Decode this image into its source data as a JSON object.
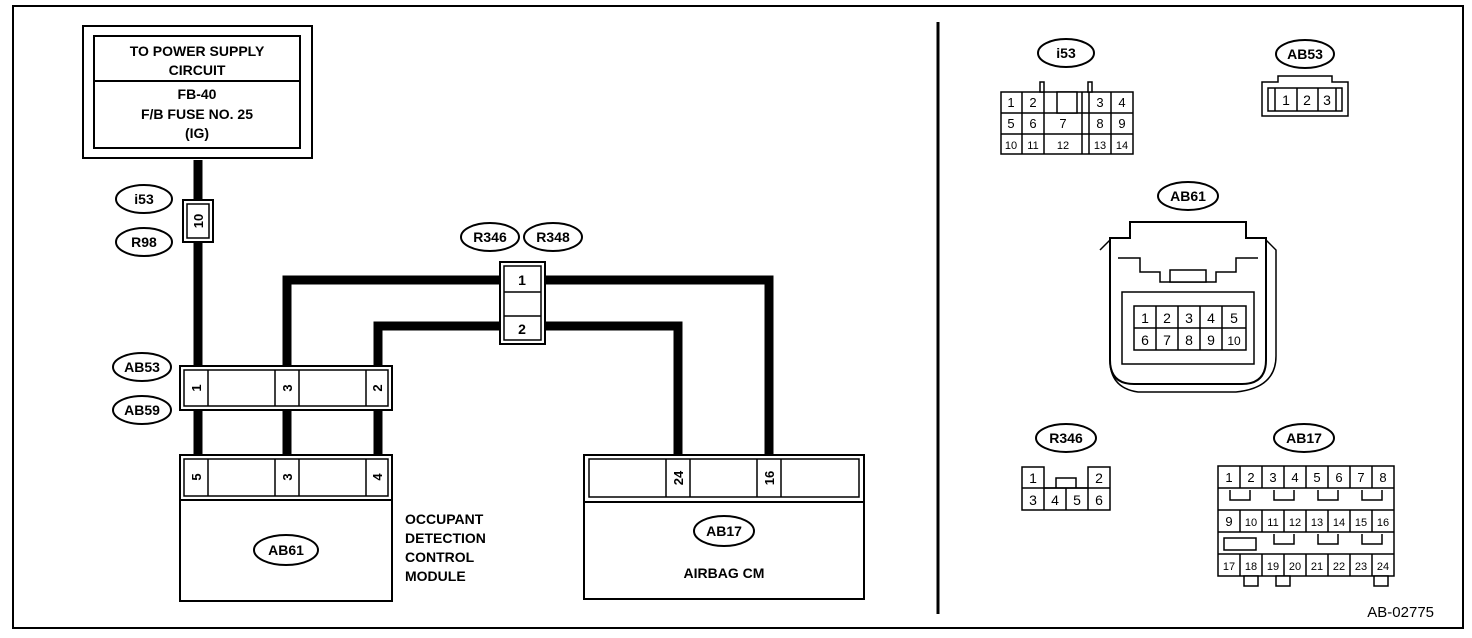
{
  "power_box": {
    "line1": "TO POWER SUPPLY",
    "line2": "CIRCUIT",
    "line3": "FB-40",
    "line4": "F/B FUSE NO. 25",
    "line5": "(IG)"
  },
  "connector_labels": {
    "i53": "i53",
    "r98": "R98",
    "r346": "R346",
    "r348": "R348",
    "ab53": "AB53",
    "ab59": "AB59",
    "ab61": "AB61",
    "ab17": "AB17"
  },
  "pins": {
    "i53_pin": "10",
    "r346_p1": "1",
    "r346_p2": "2",
    "ab53_p1": "1",
    "ab53_p3": "3",
    "ab53_p2": "2",
    "ab61_p5": "5",
    "ab61_p3": "3",
    "ab61_p4": "4",
    "ab17_p24": "24",
    "ab17_p16": "16"
  },
  "modules": {
    "odcm_line1": "OCCUPANT",
    "odcm_line2": "DETECTION",
    "odcm_line3": "CONTROL",
    "odcm_line4": "MODULE",
    "airbag_cm": "AIRBAG CM"
  },
  "connector_views": {
    "i53_title": "i53",
    "i53_pins": [
      "1",
      "2",
      "3",
      "4",
      "5",
      "6",
      "7",
      "8",
      "9",
      "10",
      "11",
      "12",
      "13",
      "14"
    ],
    "ab53_title": "AB53",
    "ab53_pins": [
      "1",
      "2",
      "3"
    ],
    "ab61_title": "AB61",
    "ab61_pins": [
      "1",
      "2",
      "3",
      "4",
      "5",
      "6",
      "7",
      "8",
      "9",
      "10"
    ],
    "r346_title": "R346",
    "r346_pins": [
      "1",
      "2",
      "3",
      "4",
      "5",
      "6"
    ],
    "ab17_title": "AB17",
    "ab17_pins": [
      "1",
      "2",
      "3",
      "4",
      "5",
      "6",
      "7",
      "8",
      "9",
      "10",
      "11",
      "12",
      "13",
      "14",
      "15",
      "16",
      "17",
      "18",
      "19",
      "20",
      "21",
      "22",
      "23",
      "24"
    ]
  },
  "figure_id": "AB-02775"
}
